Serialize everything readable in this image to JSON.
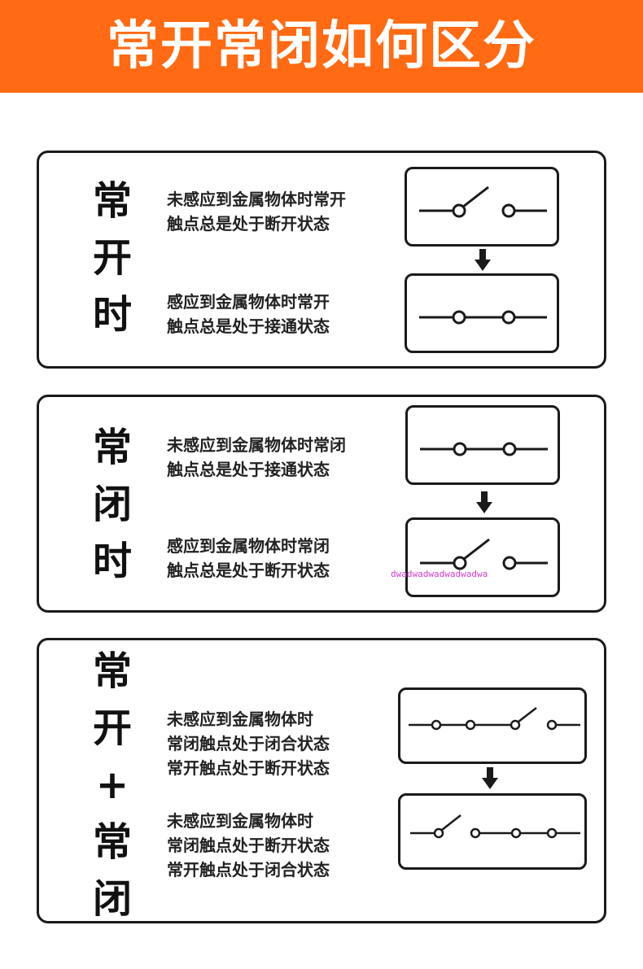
{
  "title": "常开常闭如何区分",
  "sections": [
    {
      "heading_chars": [
        "常",
        "开",
        "时"
      ],
      "desc_top": [
        "未感应到金属物体时常开",
        "触点总是处于断开状态"
      ],
      "desc_bottom": [
        "感应到金属物体时常开",
        "触点总是处于接通状态"
      ],
      "top_state": "open",
      "bottom_state": "closed"
    },
    {
      "heading_chars": [
        "常",
        "闭",
        "时"
      ],
      "desc_top": [
        "未感应到金属物体时常闭",
        "触点总是处于接通状态"
      ],
      "desc_bottom": [
        "感应到金属物体时常闭",
        "触点总是处于断开状态"
      ],
      "top_state": "closed",
      "bottom_state": "open"
    },
    {
      "heading_chars": [
        "常",
        "开",
        "+",
        "常",
        "闭"
      ],
      "desc_top": [
        "未感应到金属物体时",
        "常闭触点处于闭合状态",
        "常开触点处于断开状态"
      ],
      "desc_bottom": [
        "未感应到金属物体时",
        "常闭触点处于断开状态",
        "常开触点处于闭合状态"
      ],
      "top_state": "closed+open",
      "bottom_state": "open+closed"
    }
  ],
  "watermark": "dwadwadwadwadwadwa",
  "colors": {
    "banner": "#ff6a13",
    "ink": "#1a1a1a",
    "watermark": "#d23cd2"
  }
}
